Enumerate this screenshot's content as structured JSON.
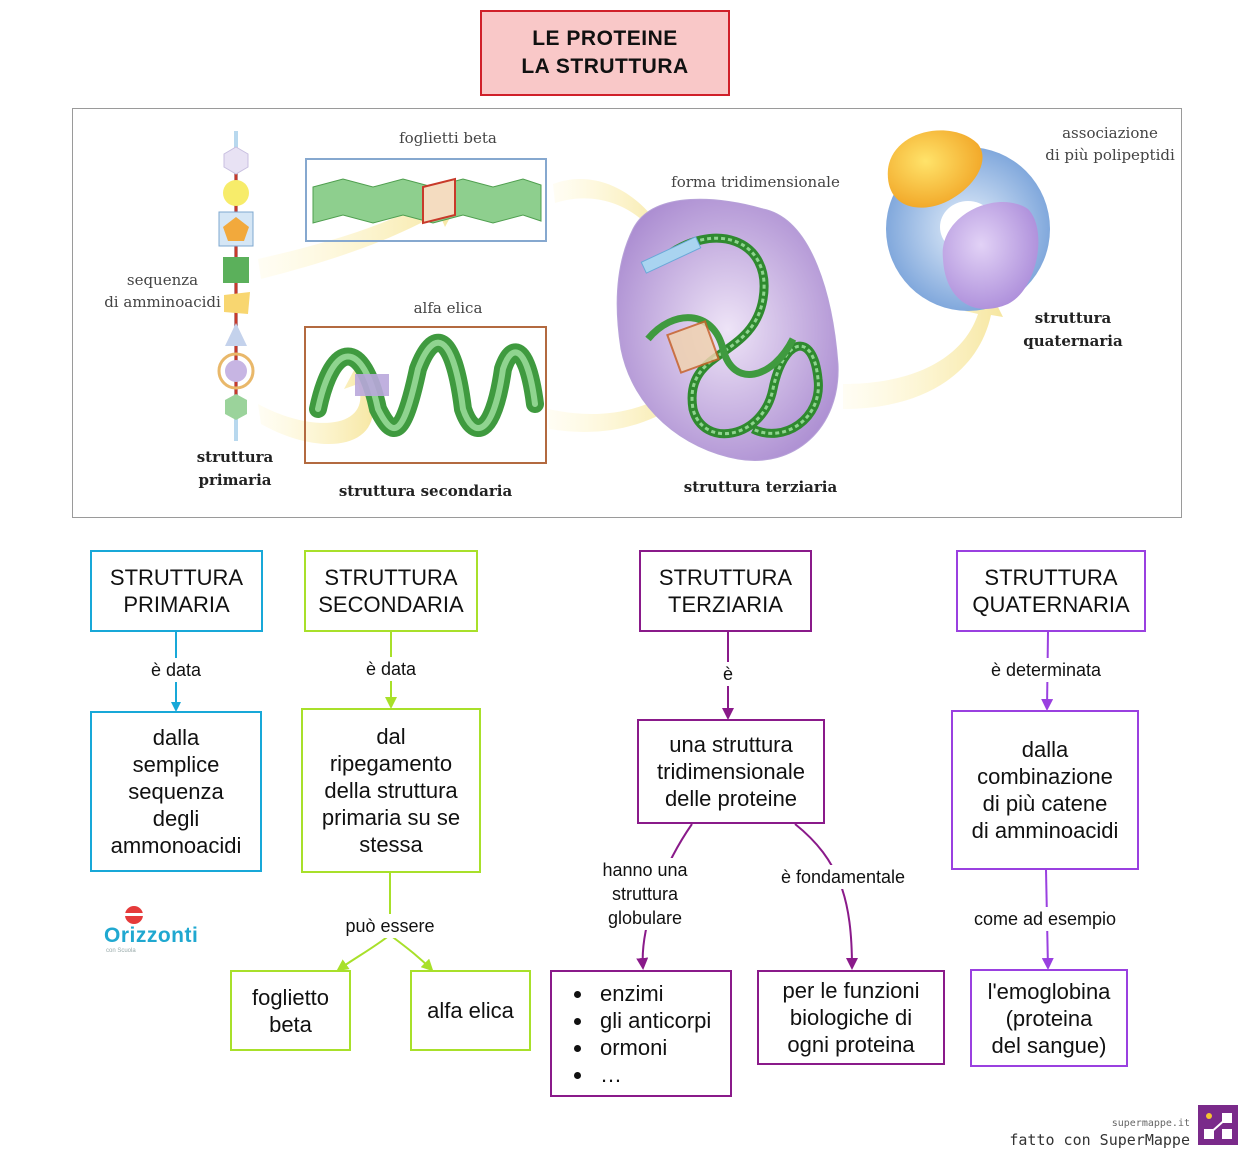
{
  "title": {
    "line1": "LE  PROTEINE",
    "line2": "LA STRUTTURA"
  },
  "figure": {
    "foglietti_beta": "foglietti beta",
    "alfa_elica": "alfa elica",
    "forma_tridimensionale": "forma tridimensionale",
    "associazione_line1": "associazione",
    "associazione_line2": "di più polipeptidi",
    "sequenza_line1": "sequenza",
    "sequenza_line2": "di amminoacidi",
    "primaria_line1": "struttura",
    "primaria_line2": "primaria",
    "secondaria": "struttura secondaria",
    "terziaria": "struttura terziaria",
    "quaternaria_line1": "struttura",
    "quaternaria_line2": "quaternaria"
  },
  "concepts": {
    "primaria": {
      "line1": "STRUTTURA",
      "line2": "PRIMARIA"
    },
    "secondaria": {
      "line1": "STRUTTURA",
      "line2": "SECONDARIA"
    },
    "terziaria": {
      "line1": "STRUTTURA",
      "line2": "TERZIARIA"
    },
    "quaternaria": {
      "line1": "STRUTTURA",
      "line2": "QUATERNARIA"
    }
  },
  "links": {
    "primaria": "è data",
    "secondaria": "è data",
    "terziaria": "è",
    "quaternaria": "è determinata",
    "puo_essere": "può essere",
    "hanno_line1": "hanno una",
    "hanno_line2": "struttura",
    "hanno_line3": "globulare",
    "fondamentale": "è fondamentale",
    "esempio": "come ad esempio"
  },
  "nodes": {
    "primaria_desc": [
      "dalla",
      "semplice",
      "sequenza",
      "degli",
      "ammonoacidi"
    ],
    "secondaria_desc": [
      "dal",
      "ripegamento",
      "della struttura",
      "primaria su se",
      "stessa"
    ],
    "foglietto": [
      "foglietto",
      "beta"
    ],
    "alfa": "alfa elica",
    "terziaria_desc": [
      "una struttura",
      "tridimensionale",
      "delle proteine"
    ],
    "esempi": [
      "enzimi",
      "gli anticorpi",
      "ormoni",
      "…"
    ],
    "funzioni": [
      "per le funzioni",
      "biologiche di",
      "ogni proteina"
    ],
    "quaternaria_desc": [
      "dalla",
      "combinazione",
      "di più catene",
      "di amminoacidi"
    ],
    "emoglobina": [
      "l'emoglobina",
      "(proteina",
      "del sangue)"
    ]
  },
  "logo": {
    "name": "Orizzonti",
    "sub": "con Scuola"
  },
  "footer": {
    "site": "supermappe.it",
    "made_with": "fatto con SuperMappe"
  },
  "colors": {
    "blue": "#18a8d8",
    "green": "#a8e02a",
    "purple": "#8a1a8a",
    "violet": "#9a40e0",
    "title_border": "#d0202a",
    "title_fill": "#f9c8c8"
  }
}
